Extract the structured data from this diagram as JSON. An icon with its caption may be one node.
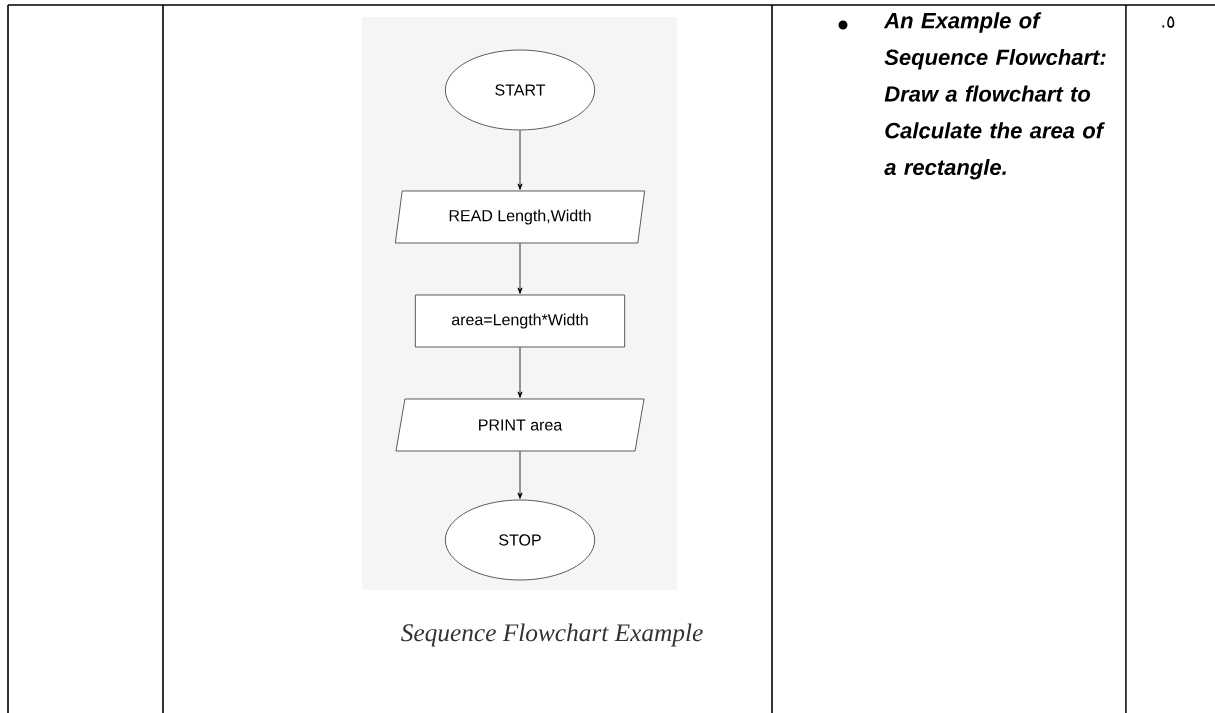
{
  "diagram": {
    "caption": "Sequence Flowchart Example",
    "nodes": [
      {
        "text": [
          "START"
        ]
      },
      {
        "text": [
          "READ Length,Width"
        ]
      },
      {
        "text": [
          "area=Length*Width"
        ]
      },
      {
        "text": [
          "PRINT area"
        ]
      },
      {
        "text": [
          "STOP"
        ]
      }
    ],
    "edges": [
      {
        "from": 0,
        "to": 1,
        "arrow": "to"
      },
      {
        "from": 1,
        "to": 2,
        "arrow": "to"
      },
      {
        "from": 2,
        "to": 3,
        "arrow": "to"
      },
      {
        "from": 3,
        "to": 4,
        "arrow": "to"
      }
    ],
    "labels": [
      "An Example of Sequence Flowchart: Draw a flowchart to Calculate the area of a rectangle.",
      ".٥"
    ]
  }
}
